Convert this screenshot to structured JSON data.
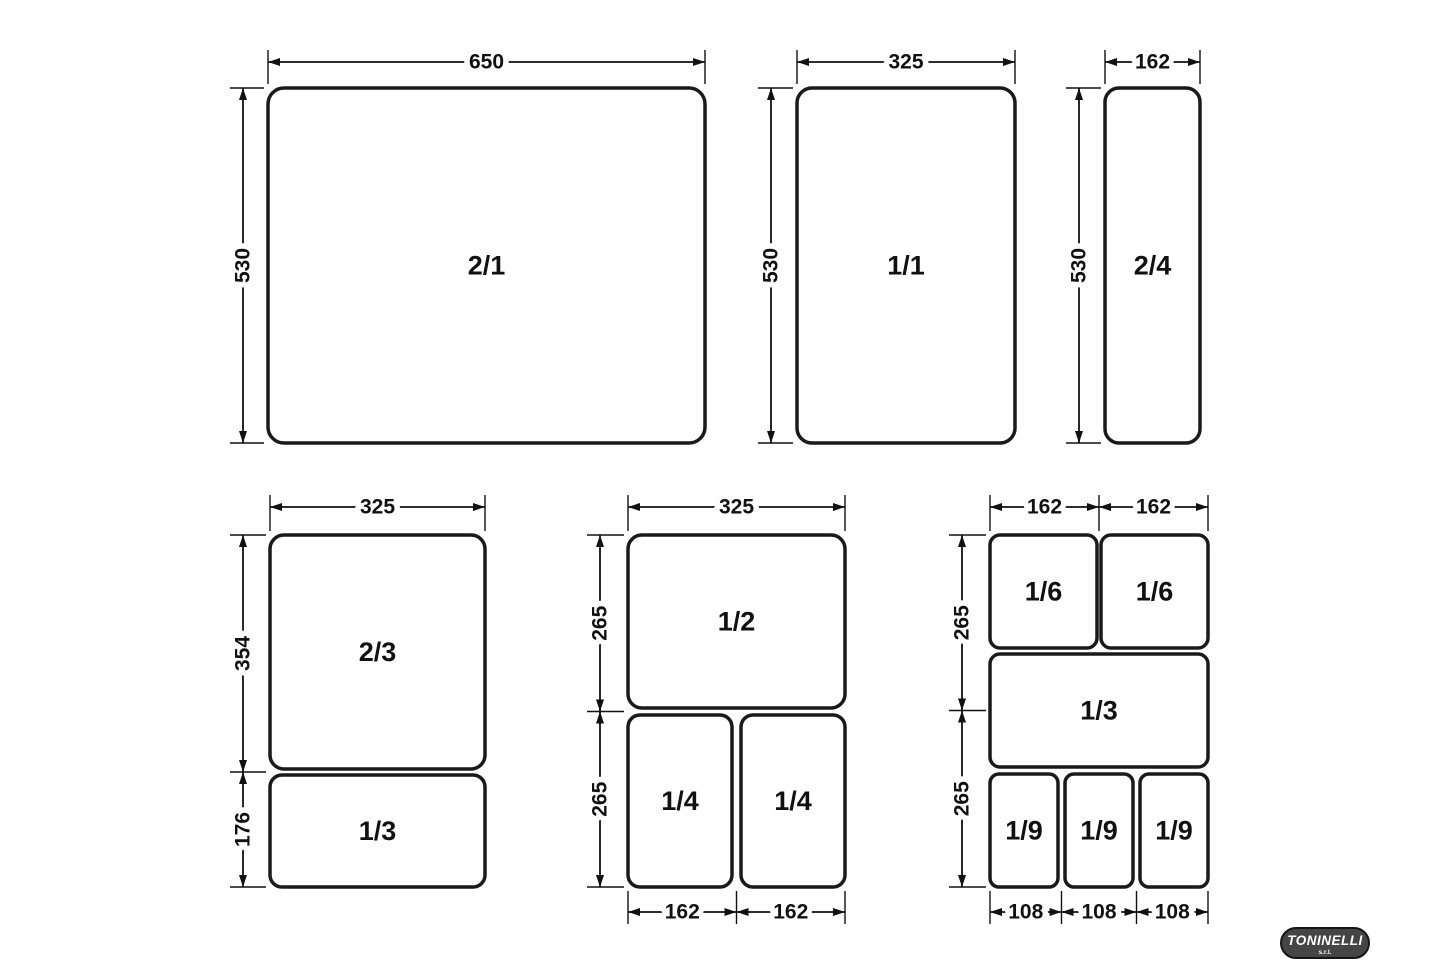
{
  "groups": {
    "gn21": {
      "label": "2/1",
      "width": "650",
      "height": "530"
    },
    "gn11": {
      "label": "1/1",
      "width": "325",
      "height": "530"
    },
    "gn24": {
      "label": "2/4",
      "width": "162",
      "height": "530"
    },
    "gn23_13": {
      "top_label": "2/3",
      "bottom_label": "1/3",
      "width": "325",
      "top_height": "354",
      "bottom_height": "176"
    },
    "gn12_14": {
      "top_label": "1/2",
      "left_label": "1/4",
      "right_label": "1/4",
      "width": "325",
      "top_height": "265",
      "bottom_height": "265",
      "bottom_left_width": "162",
      "bottom_right_width": "162"
    },
    "gn16_13_19": {
      "sixth_a": "1/6",
      "sixth_b": "1/6",
      "third": "1/3",
      "ninth_a": "1/9",
      "ninth_b": "1/9",
      "ninth_c": "1/9",
      "top_width_a": "162",
      "top_width_b": "162",
      "top_height": "265",
      "bottom_height": "265",
      "bottom_width_a": "108",
      "bottom_width_b": "108",
      "bottom_width_c": "108"
    }
  },
  "logo": {
    "text": "TONINELLI",
    "sub": "s.r.l."
  },
  "colors": {
    "line": "#111111",
    "pan_fill": "#ffffff",
    "logo_fill": "#454545"
  }
}
